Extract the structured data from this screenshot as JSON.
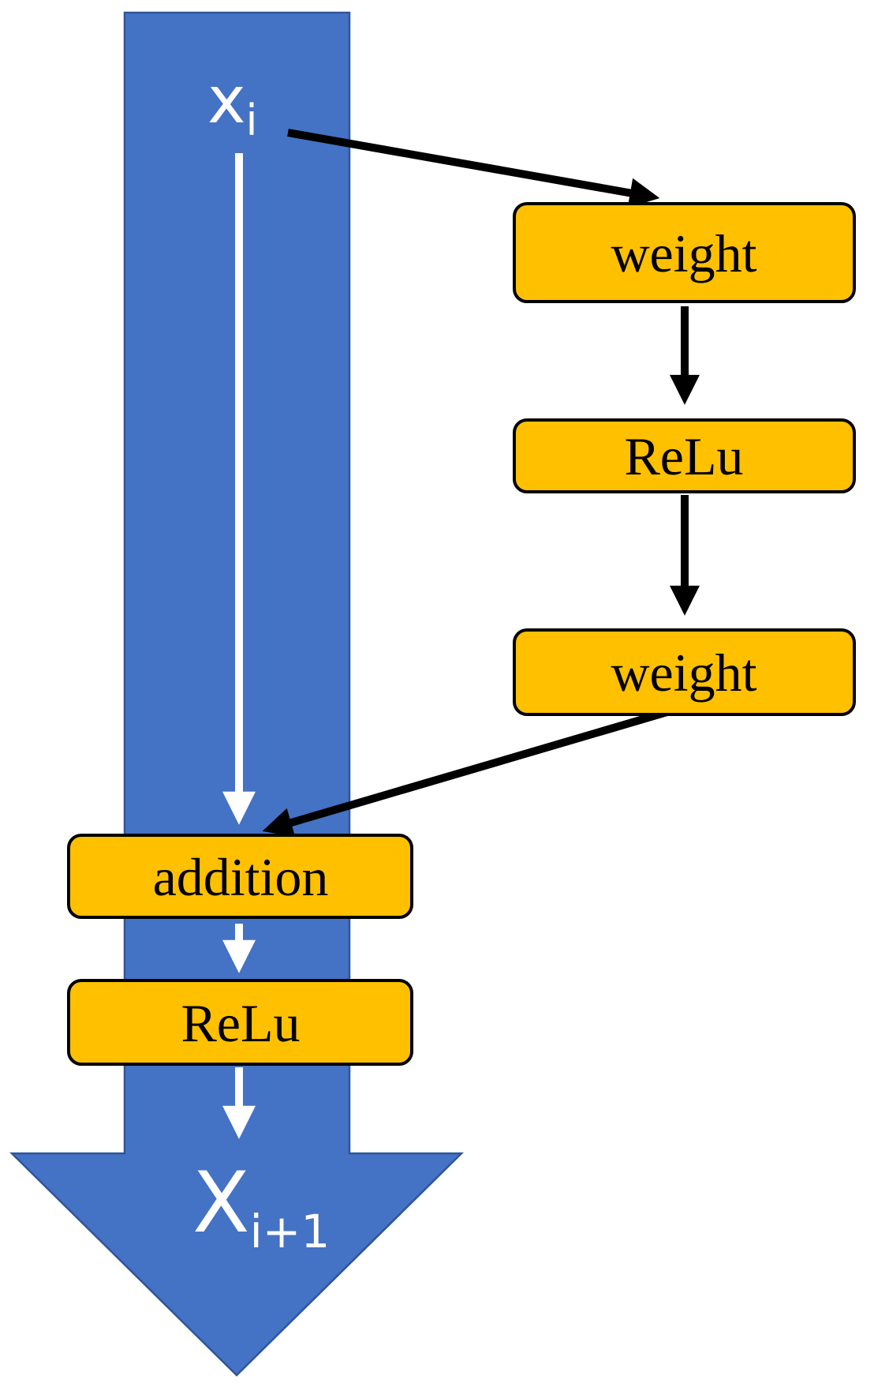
{
  "colors": {
    "canvas_bg": "#ffffff",
    "flow_blue": "#4472c4",
    "flow_blue_border": "#2f5597",
    "node_fill": "#ffc000",
    "node_border": "#000000",
    "node_text": "#000000",
    "arrow_black": "#000000",
    "arrow_white": "#ffffff",
    "flow_text": "#ffffff"
  },
  "input_label": {
    "base": "x",
    "sub": "i"
  },
  "output_label": {
    "base": "X",
    "sub": "i+1"
  },
  "nodes": {
    "weight1": {
      "label": "weight"
    },
    "relu1": {
      "label": "ReLu"
    },
    "weight2": {
      "label": "weight"
    },
    "addition": {
      "label": "addition"
    },
    "relu2": {
      "label": "ReLu"
    }
  }
}
